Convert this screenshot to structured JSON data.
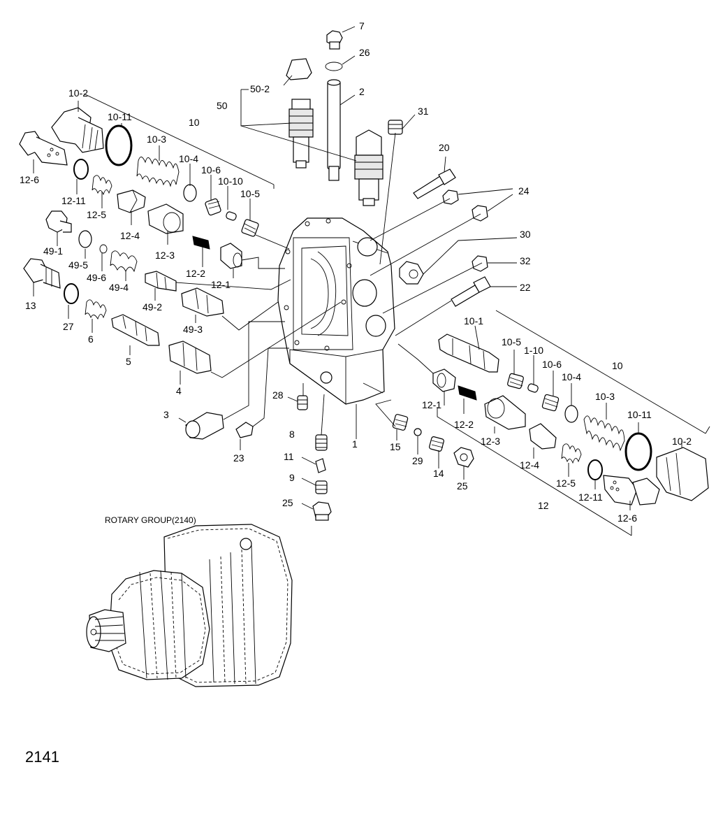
{
  "labels": {
    "l7": "7",
    "l26": "26",
    "l2": "2",
    "l50_2": "50-2",
    "l50": "50",
    "l31": "31",
    "l20": "20",
    "l24": "24",
    "l30": "30",
    "l32": "32",
    "l22": "22",
    "l10_2_left": "10-2",
    "l10_11_left": "10-11",
    "l10_3_left": "10-3",
    "l10_left": "10",
    "l10_4_left": "10-4",
    "l10_6_left": "10-6",
    "l10_10_left": "10-10",
    "l10_5_left": "10-5",
    "l12_6_left": "12-6",
    "l12_11_left": "12-11",
    "l12_5_left": "12-5",
    "l12_4_left": "12-4",
    "l12_3_left": "12-3",
    "l12_2_left": "12-2",
    "l12_1_left": "12-1",
    "l49_1": "49-1",
    "l49_5": "49-5",
    "l49_6": "49-6",
    "l49_4": "49-4",
    "l49_2": "49-2",
    "l49_3": "49-3",
    "l13": "13",
    "l27": "27",
    "l6": "6",
    "l5": "5",
    "l4": "4",
    "l3": "3",
    "l23": "23",
    "l28": "28",
    "l8": "8",
    "l11": "11",
    "l9": "9",
    "l25_bottom": "25",
    "l1": "1",
    "l15": "15",
    "l29": "29",
    "l14": "14",
    "l25_right": "25",
    "l10_1": "10-1",
    "l10_5_right": "10-5",
    "l1_10": "1-10",
    "l10_6_right": "10-6",
    "l10_right": "10",
    "l10_4_right": "10-4",
    "l10_3_right": "10-3",
    "l10_11_right": "10-11",
    "l10_2_right": "10-2",
    "l12_1_right": "12-1",
    "l12_2_right": "12-2",
    "l12_3_right": "12-3",
    "l12_4_right": "12-4",
    "l12_5_right": "12-5",
    "l12_11_right": "12-11",
    "l12_right": "12",
    "l12_6_right": "12-6"
  },
  "rotary_group_label": "ROTARY GROUP(2140)",
  "page_number": "2141"
}
